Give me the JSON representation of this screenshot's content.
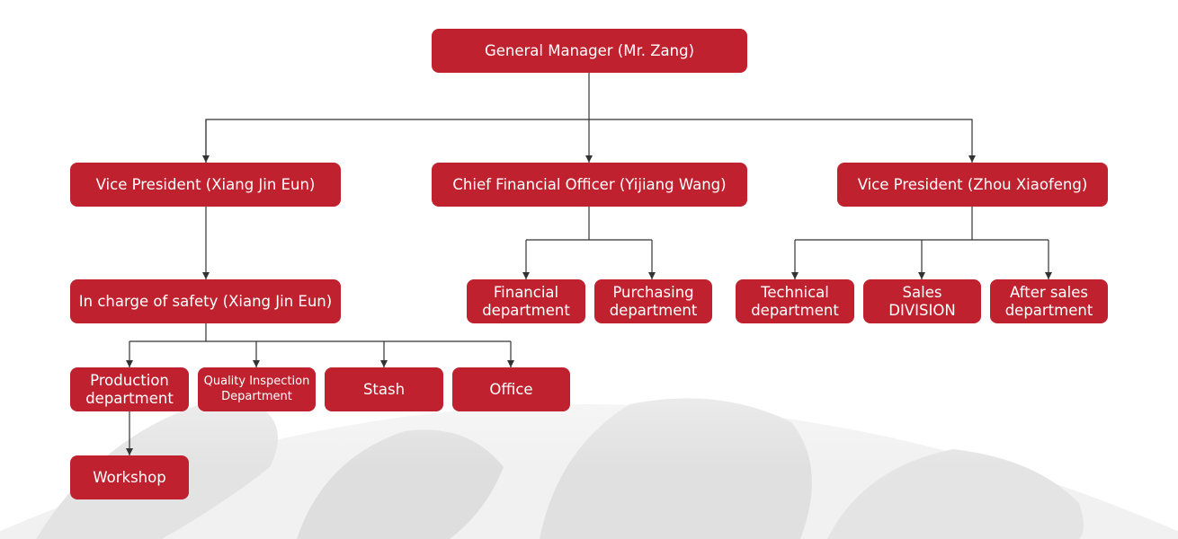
{
  "colors": {
    "node_fill": "#c0212e",
    "node_text": "#ffffff",
    "connector": "#333333",
    "background_map": "#d9d9d9"
  },
  "org_chart": {
    "general_manager": "General Manager (Mr. Zang)",
    "vp_xiang": "Vice President (Xiang Jin Eun)",
    "cfo": "Chief Financial Officer (Yijiang Wang)",
    "vp_zhou": "Vice President (Zhou Xiaofeng)",
    "safety": "In charge of safety (Xiang Jin Eun)",
    "financial_dept": [
      "Financial",
      "department"
    ],
    "purchasing_dept": [
      "Purchasing",
      "department"
    ],
    "technical_dept": [
      "Technical",
      "department"
    ],
    "sales_division": [
      "Sales",
      "DIVISION"
    ],
    "after_sales_dept": [
      "After sales",
      "department"
    ],
    "production_dept": [
      "Production",
      "department"
    ],
    "quality_inspection_dept": [
      "Quality Inspection",
      "Department"
    ],
    "stash": "Stash",
    "office": "Office",
    "workshop": "Workshop"
  }
}
